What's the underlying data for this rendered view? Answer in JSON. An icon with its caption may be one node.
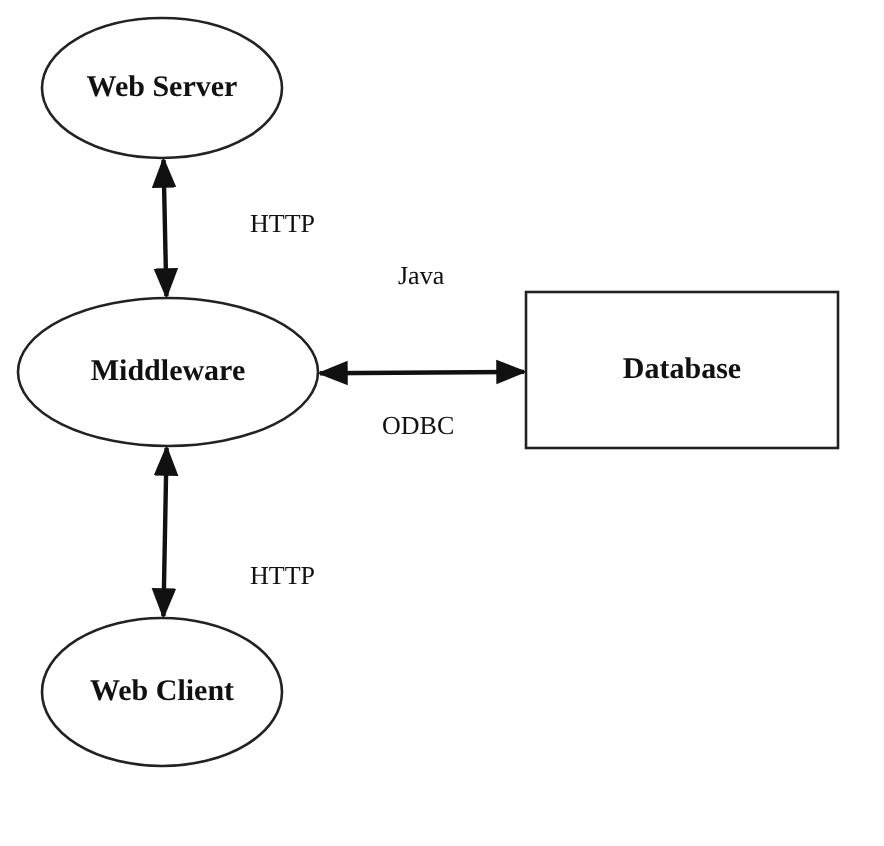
{
  "diagram": {
    "nodes": [
      {
        "text": [
          "Web Server"
        ]
      },
      {
        "text": [
          "Middleware"
        ]
      },
      {
        "text": [
          "Database"
        ]
      },
      {
        "text": [
          "Web Client"
        ]
      }
    ],
    "edges": [
      {
        "from": 0,
        "to": 1,
        "arrow": "both",
        "label": "HTTP"
      },
      {
        "from": 1,
        "to": 2,
        "arrow": "both",
        "label": "Java"
      },
      {
        "from": 1,
        "to": 3,
        "arrow": "both",
        "label": "HTTP"
      }
    ],
    "labels": [
      "ODBC"
    ]
  }
}
